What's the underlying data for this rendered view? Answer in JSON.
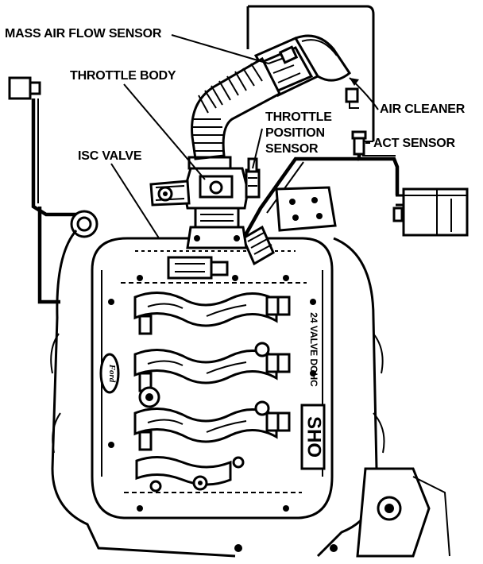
{
  "labels": {
    "maf": "MASS AIR FLOW SENSOR",
    "throttle_body": "THROTTLE BODY",
    "tps_1": "THROTTLE",
    "tps_2": "POSITION",
    "tps_3": "SENSOR",
    "isc_valve": "ISC VALVE",
    "air_cleaner": "AIR CLEANER",
    "act_sensor": "ACT SENSOR"
  },
  "engine_markings": {
    "brand": "Ford",
    "model": "SHO",
    "cover_text": "24 VALVE DOHC"
  },
  "colors": {
    "ink": "#000000",
    "paper": "#ffffff"
  }
}
